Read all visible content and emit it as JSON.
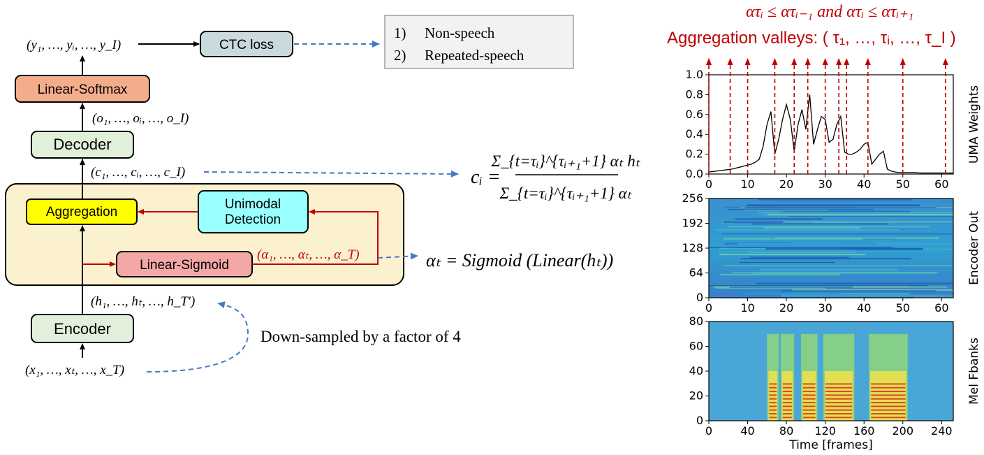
{
  "diagram": {
    "blocks": {
      "ctc_loss": "CTC loss",
      "linear_softmax": "Linear-Softmax",
      "decoder": "Decoder",
      "aggregation": "Aggregation",
      "unimodal_line1": "Unimodal",
      "unimodal_line2": "Detection",
      "linear_sigmoid": "Linear-Sigmoid",
      "encoder": "Encoder"
    },
    "labels": {
      "y_seq": "(y₁, …, yᵢ, …, y_I)",
      "o_seq": "(o₁, …, oᵢ, …, o_I)",
      "c_seq": "(c₁, …, cᵢ, …, c_I)",
      "h_seq": "(h₁, …, hₜ, …, h_T′)",
      "x_seq": "(x₁, …, xₜ, …, x_T)",
      "alpha_seq": "(α₁, …, αₜ, …, α_T)"
    },
    "notes": {
      "item1_num": "1)",
      "item1": "Non-speech",
      "item2_num": "2)",
      "item2": "Repeated-speech",
      "downsample": "Down-sampled by a factor of 4",
      "alpha_eq": "αₜ = Sigmoid (Linear(hₜ))",
      "c_eq_lhs": "cᵢ =",
      "c_eq_num": "Σ_{t=τᵢ}^{τᵢ₊₁+1} αₜ hₜ",
      "c_eq_den": "Σ_{t=τᵢ}^{τᵢ₊₁+1} αₜ",
      "valley_cond": "ατᵢ ≤ ατᵢ₋₁ and ατᵢ ≤ ατᵢ₊₁",
      "valley_title": "Aggregation valleys: ( τ₁, …, τᵢ, …, τ_I )"
    },
    "colors": {
      "ctc": "#c9d9de",
      "softmax": "#f4ad8c",
      "decoder": "#e2efda",
      "aggregation": "#ffff00",
      "unimodal": "#99ffff",
      "sigmoid": "#f4a7a7",
      "container": "#fcf1cf",
      "red": "#c00000",
      "blue_dash": "#4a77c4"
    }
  },
  "chart_data": [
    {
      "type": "line",
      "ylabel": "UMA Weights",
      "xlim": [
        0,
        63
      ],
      "ylim": [
        0,
        1.0
      ],
      "xticks": [
        "0",
        "10",
        "20",
        "30",
        "40",
        "50",
        "60"
      ],
      "yticks": [
        "0.0",
        "0.2",
        "0.4",
        "0.6",
        "0.8",
        "1.0"
      ],
      "x": [
        0,
        1,
        2,
        3,
        4,
        5,
        6,
        7,
        8,
        9,
        10,
        11,
        12,
        13,
        14,
        15,
        16,
        17,
        18,
        19,
        20,
        21,
        22,
        23,
        24,
        25,
        26,
        27,
        28,
        29,
        30,
        31,
        32,
        33,
        34,
        35,
        36,
        37,
        38,
        39,
        40,
        41,
        42,
        43,
        44,
        45,
        46,
        47,
        48,
        49,
        50,
        51,
        52,
        53,
        54,
        55,
        56,
        57,
        58,
        59,
        60,
        61,
        62,
        63
      ],
      "y": [
        0.02,
        0.025,
        0.03,
        0.035,
        0.04,
        0.045,
        0.05,
        0.06,
        0.07,
        0.08,
        0.09,
        0.1,
        0.12,
        0.15,
        0.28,
        0.5,
        0.63,
        0.2,
        0.35,
        0.55,
        0.7,
        0.55,
        0.23,
        0.5,
        0.65,
        0.45,
        0.8,
        0.3,
        0.45,
        0.58,
        0.55,
        0.32,
        0.35,
        0.5,
        0.58,
        0.22,
        0.2,
        0.2,
        0.22,
        0.25,
        0.3,
        0.32,
        0.1,
        0.15,
        0.2,
        0.23,
        0.05,
        0.03,
        0.02,
        0.015,
        0.015,
        0.015,
        0.015,
        0.015,
        0.012,
        0.01,
        0.01,
        0.01,
        0.01,
        0.01,
        0.01,
        0.01,
        0.01,
        0.01
      ],
      "valleys": [
        0,
        5.5,
        10,
        17,
        22,
        25.5,
        30,
        33.5,
        35.5,
        41,
        50,
        61
      ]
    },
    {
      "type": "heatmap",
      "ylabel": "Encoder Out",
      "xlim": [
        0,
        63
      ],
      "ylim": [
        0,
        256
      ],
      "xticks": [
        "0",
        "10",
        "20",
        "30",
        "40",
        "50",
        "60"
      ],
      "yticks": [
        "0",
        "64",
        "128",
        "192",
        "256"
      ]
    },
    {
      "type": "heatmap",
      "xlabel": "Time [frames]",
      "ylabel": "Mel Fbanks",
      "xlim": [
        0,
        252
      ],
      "ylim": [
        0,
        80
      ],
      "xticks": [
        "0",
        "40",
        "80",
        "120",
        "160",
        "200",
        "240"
      ],
      "yticks": [
        "0",
        "20",
        "40",
        "60",
        "80"
      ]
    }
  ]
}
